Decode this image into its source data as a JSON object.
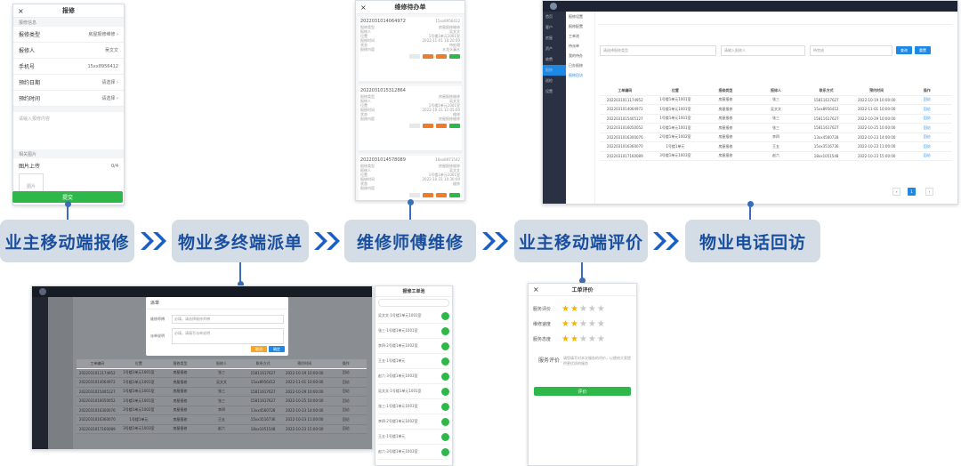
{
  "flow": {
    "stages": [
      "业主移动端报修",
      "物业多终端派单",
      "维修师傅维修",
      "业主移动端评价",
      "物业电话回访"
    ],
    "arrow_glyph": "❯❯"
  },
  "repair_form": {
    "title": "报修",
    "close": "×",
    "section_info": "报修信息",
    "rows": [
      {
        "label": "报修类型",
        "value": "房屋报修维修 ›"
      },
      {
        "label": "报修人",
        "value": "吴文文"
      },
      {
        "label": "手机号",
        "value": "15xx8956412"
      },
      {
        "label": "预约日期",
        "value": "请选择 ›"
      },
      {
        "label": "预约时间",
        "value": "请选择 ›"
      }
    ],
    "content_placeholder": "请输入报修内容",
    "section_photo": "相关图片",
    "photo_label": "图片上传",
    "photo_count": "0/4",
    "photo_add": "图片",
    "submit": "提交"
  },
  "order_list": {
    "title": "维修待办单",
    "close": "×",
    "fields": [
      "报修类型",
      "报修人",
      "位置",
      "报修时间",
      "状态",
      "报修内容"
    ],
    "orders": [
      {
        "no": "2022031014064972",
        "phone": "15xx8956412",
        "values": [
          "房屋报修维修",
          "吴文文",
          "1号楼1单元1001室",
          "2022-11-01 10:20:00",
          "待处理",
          "水龙头漏水"
        ]
      },
      {
        "no": "2022031015312864",
        "phone": "",
        "values": [
          "房屋报修维修",
          "吴文文",
          "1号楼1单元1001室",
          "2022-10-31 11:05:00",
          "维修",
          "房屋报修维修"
        ]
      },
      {
        "no": "2022031014578089",
        "phone": "18xx8971542",
        "values": [
          "房屋报修维修",
          "吴文文",
          "1号楼1单元1001室",
          "2022-10-31 10:30:00",
          "维修",
          ""
        ]
      }
    ]
  },
  "admin_top": {
    "search_placeholders": [
      "请选择报修类型",
      "请输入报修人",
      "待完成"
    ],
    "search_btn": "查询",
    "reset_btn": "重置",
    "sidebar": [
      "首页",
      "客户",
      "房屋",
      "资产",
      "收费",
      "报修",
      "巡检",
      "设置"
    ],
    "submenu": [
      "报修设置",
      "报修配置",
      "工单池",
      "待派单",
      "我的待办",
      "已办报修",
      "报修回访"
    ],
    "headers": [
      "工单编码",
      "位置",
      "报修类型",
      "报修人",
      "联系方式",
      "预约时间",
      "操作"
    ],
    "rows": [
      [
        "2022031011174952",
        "1号楼1单元1001室",
        "房屋报修",
        "张三",
        "15811617627",
        "2022-10-19 10:00:00",
        "回访"
      ],
      [
        "2022031014064972",
        "1号楼1单元1001室",
        "房屋报修",
        "吴文文",
        "15xx8956412",
        "2022-11-01 10:00:00",
        "回访"
      ],
      [
        "2022031015405127",
        "1号楼1单元1001室",
        "房屋报修",
        "张三",
        "15811617627",
        "2022-10-29 10:00:00",
        "回访"
      ],
      [
        "2022031016050052",
        "1号楼1单元1001室",
        "房屋报修",
        "张三",
        "15811617627",
        "2022-10-25 10:00:00",
        "回访"
      ],
      [
        "2022031016300076",
        "2号楼1单元1002室",
        "房屋报修",
        "李四",
        "13xx4560728",
        "2022-10-23 14:00:00",
        "回访"
      ],
      [
        "2022031016360070",
        "1号楼1单元",
        "房屋报修",
        "王五",
        "15xx3516736",
        "2022-10-23 11:00:00",
        "回访"
      ],
      [
        "2022031017160089",
        "3号楼1单元1003室",
        "房屋报修",
        "赵六",
        "18xx1051548",
        "2022-10-23 15:00:00",
        "回访"
      ]
    ],
    "page": "1"
  },
  "dispatch": {
    "dialog_title": "派单",
    "labels": [
      "维修师傅",
      "派单说明"
    ],
    "select_placeholder": "必填，请选择维修师傅",
    "textarea_placeholder": "必填，请填写派单说明",
    "cancel": "取消",
    "confirm": "确定",
    "mobile_title": "报修工单池",
    "mobile_items": [
      "吴文文·1号楼1单元1001室",
      "张三·1号楼1单元1001室",
      "李四·2号楼1单元1002室",
      "王五·1号楼1单元",
      "赵六·3号楼1单元1003室",
      "吴文文·1号楼1单元1001室",
      "张三·1号楼1单元1001室",
      "李四·2号楼1单元1002室",
      "王五·1号楼1单元",
      "赵六·3号楼1单元1003室"
    ]
  },
  "evaluation": {
    "title": "工单评价",
    "close": "×",
    "criteria": [
      {
        "label": "服务评价",
        "stars": 2
      },
      {
        "label": "维修速度",
        "stars": 2
      },
      {
        "label": "服务态度",
        "stars": 2
      }
    ],
    "comment_label": "服务评价",
    "comment_placeholder": "请您填写对本次服务的评价，以便给大家提供更优质的服务",
    "submit": "评价"
  },
  "colors": {
    "stage_bg": "#d4dde6",
    "stage_text": "#1a4fa0",
    "connector": "#3a6fb8",
    "green": "#2fb84a",
    "admin_dark": "#1e2433"
  }
}
